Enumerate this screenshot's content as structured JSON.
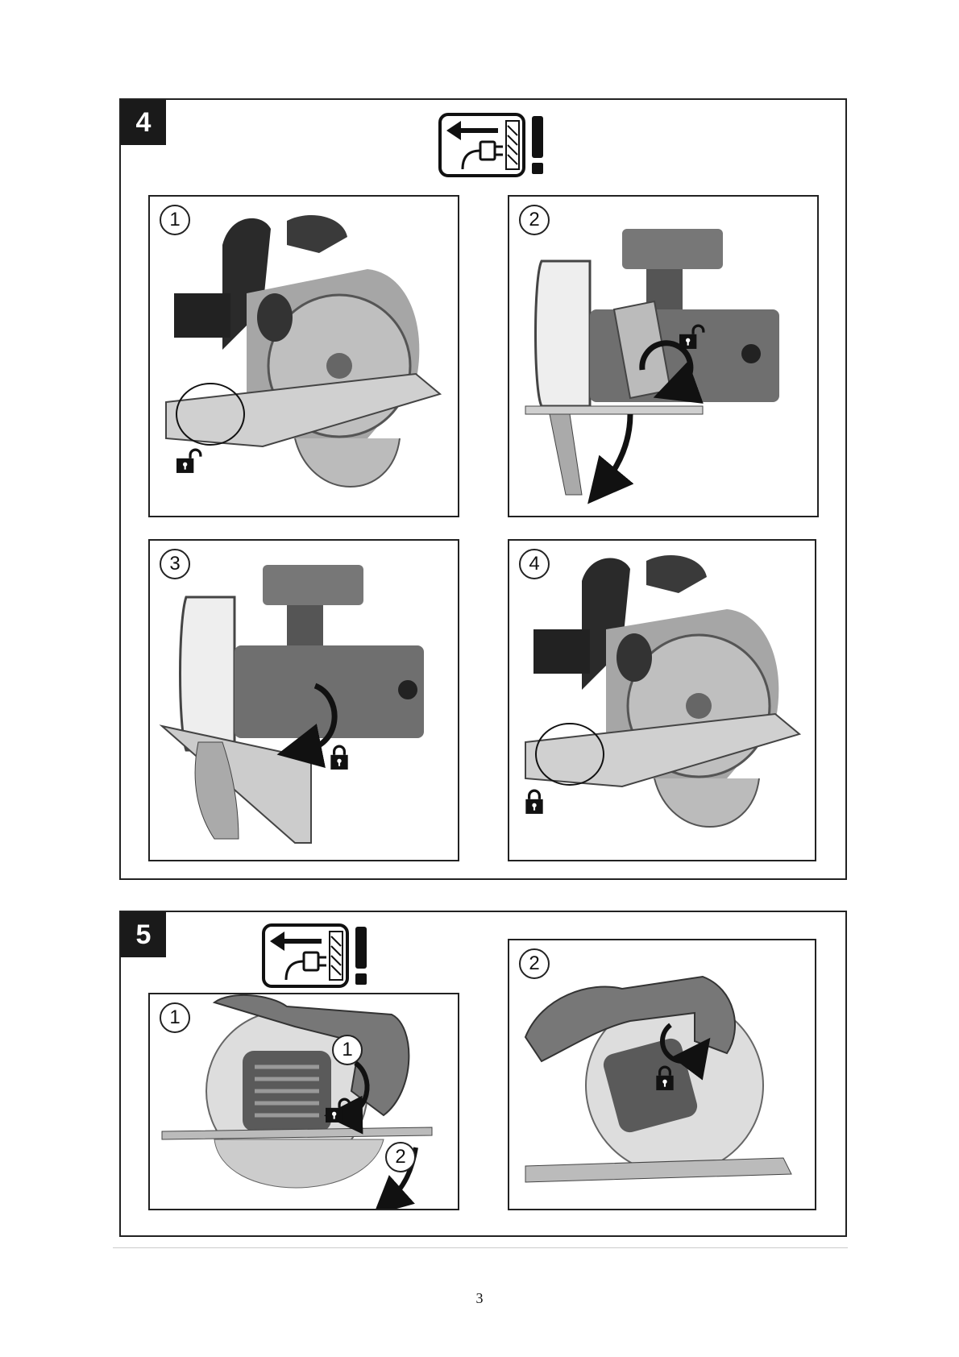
{
  "sections": [
    {
      "number": "4",
      "steps": [
        "1",
        "2",
        "3",
        "4"
      ]
    },
    {
      "number": "5",
      "steps": [
        "1",
        "2"
      ],
      "callouts": [
        "1",
        "2"
      ]
    }
  ],
  "icons": {
    "unplug": "unplug-warning-icon",
    "lock": "lock-icon",
    "unlock": "unlock-icon",
    "rotate_arrow": "rotate-arrow-icon"
  },
  "page_number": "3"
}
